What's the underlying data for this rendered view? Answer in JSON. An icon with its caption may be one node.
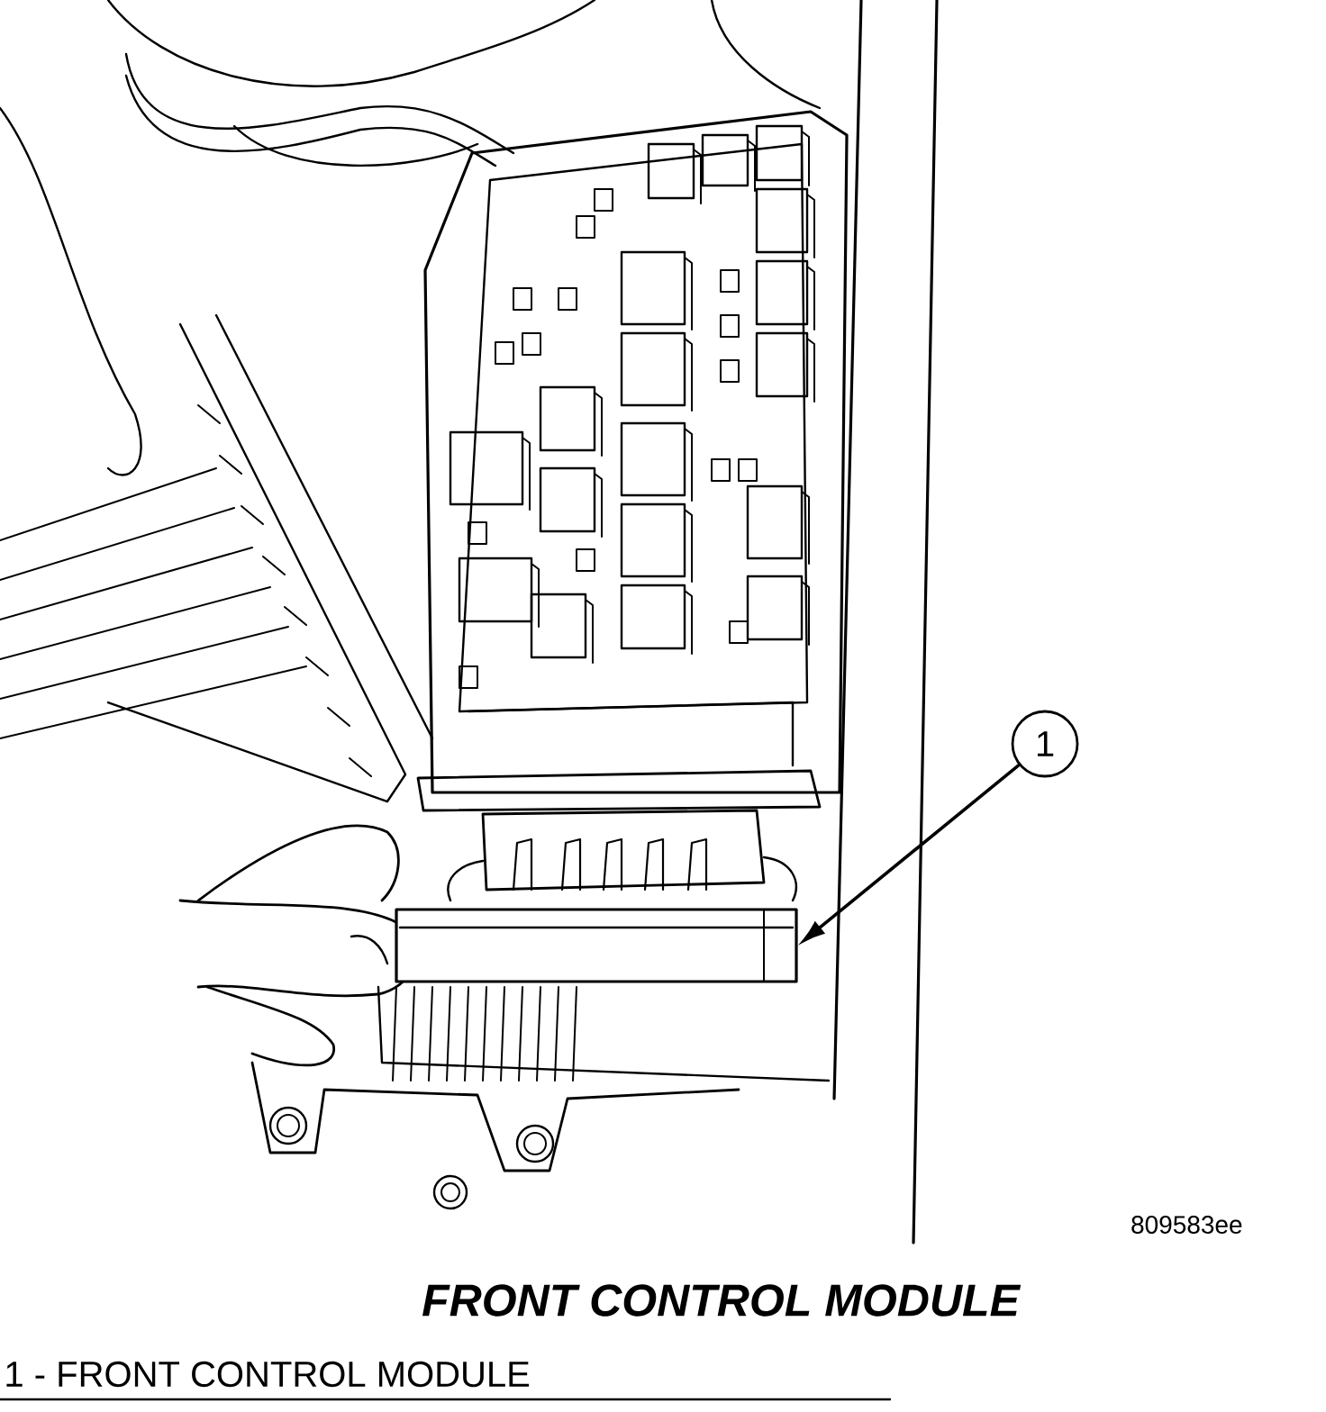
{
  "diagram": {
    "title": "FRONT CONTROL MODULE",
    "nodes": [
      {
        "text": [
          "1"
        ]
      },
      {
        "text": [],
        "shape": "picture"
      }
    ],
    "edges": [
      {
        "from": 0,
        "to": 1,
        "arrow": "to"
      }
    ],
    "labels": [
      "809583ee",
      "1 - FRONT CONTROL MODULE"
    ]
  }
}
